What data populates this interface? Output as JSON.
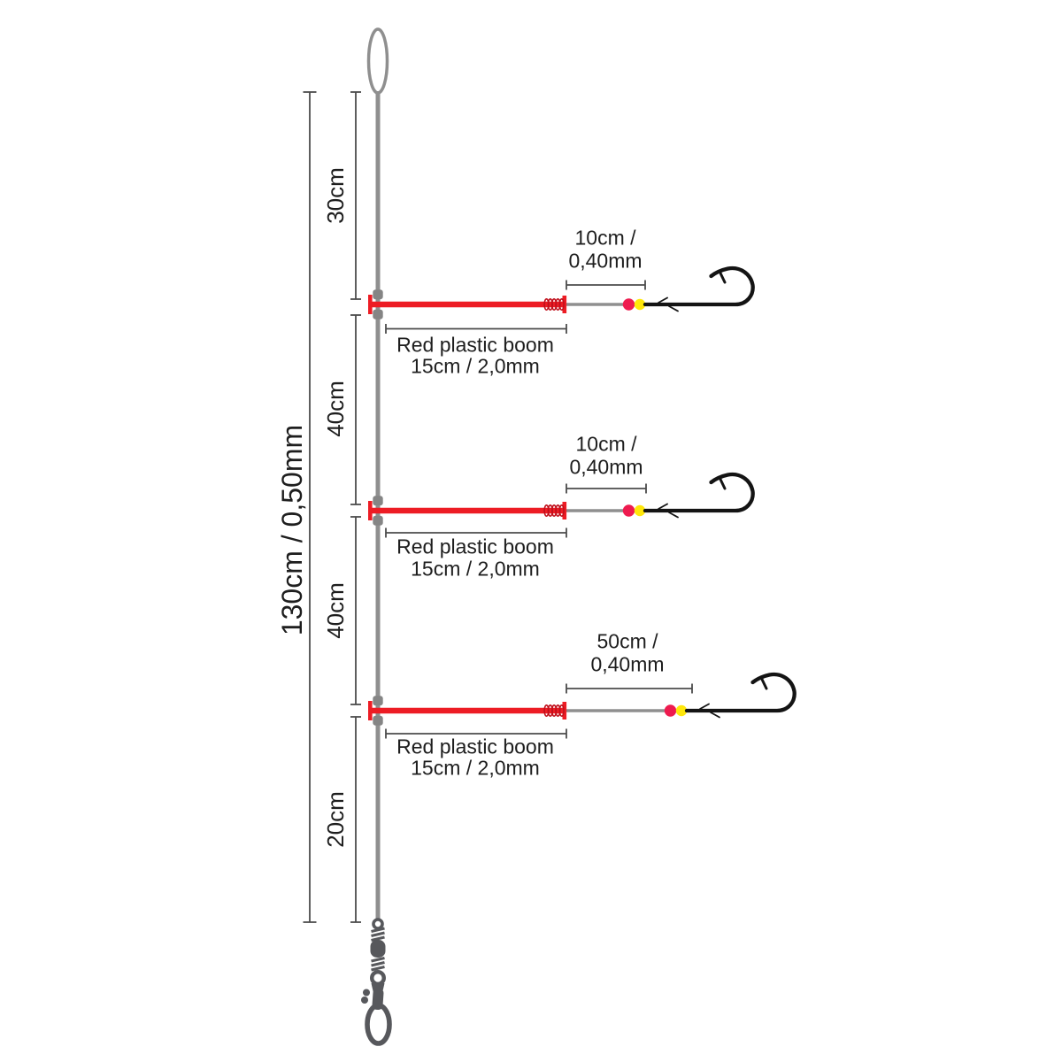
{
  "colors": {
    "boom_red": "#ed1c24",
    "coil_red": "#c0101c",
    "bead_red": "#ee1b4f",
    "bead_yellow": "#ffe70a",
    "line_gray": "#8f8f8f",
    "stopper_gray": "#858585",
    "hardware_gray": "#57585c",
    "hook_black": "#141414",
    "measure_gray": "#4c4c4c",
    "text_color": "#1e1e1e"
  },
  "rig": {
    "main_line": {
      "length_label": "130cm / 0,50mm"
    },
    "sections": [
      {
        "label": "30cm"
      },
      {
        "label": "40cm"
      },
      {
        "label": "40cm"
      },
      {
        "label": "20cm"
      }
    ],
    "drops": [
      {
        "leader": {
          "line1": "10cm /",
          "line2": "0,40mm"
        },
        "boom": {
          "line1": "Red plastic boom",
          "line2": "15cm / 2,0mm"
        }
      },
      {
        "leader": {
          "line1": "10cm /",
          "line2": "0,40mm"
        },
        "boom": {
          "line1": "Red plastic boom",
          "line2": "15cm / 2,0mm"
        }
      },
      {
        "leader": {
          "line1": "50cm /",
          "line2": "0,40mm"
        },
        "boom": {
          "line1": "Red plastic boom",
          "line2": "15cm / 2,0mm"
        }
      }
    ],
    "hardware": {
      "top": "line-loop",
      "bottom": "snap-swivel",
      "hook_count": 3
    }
  }
}
